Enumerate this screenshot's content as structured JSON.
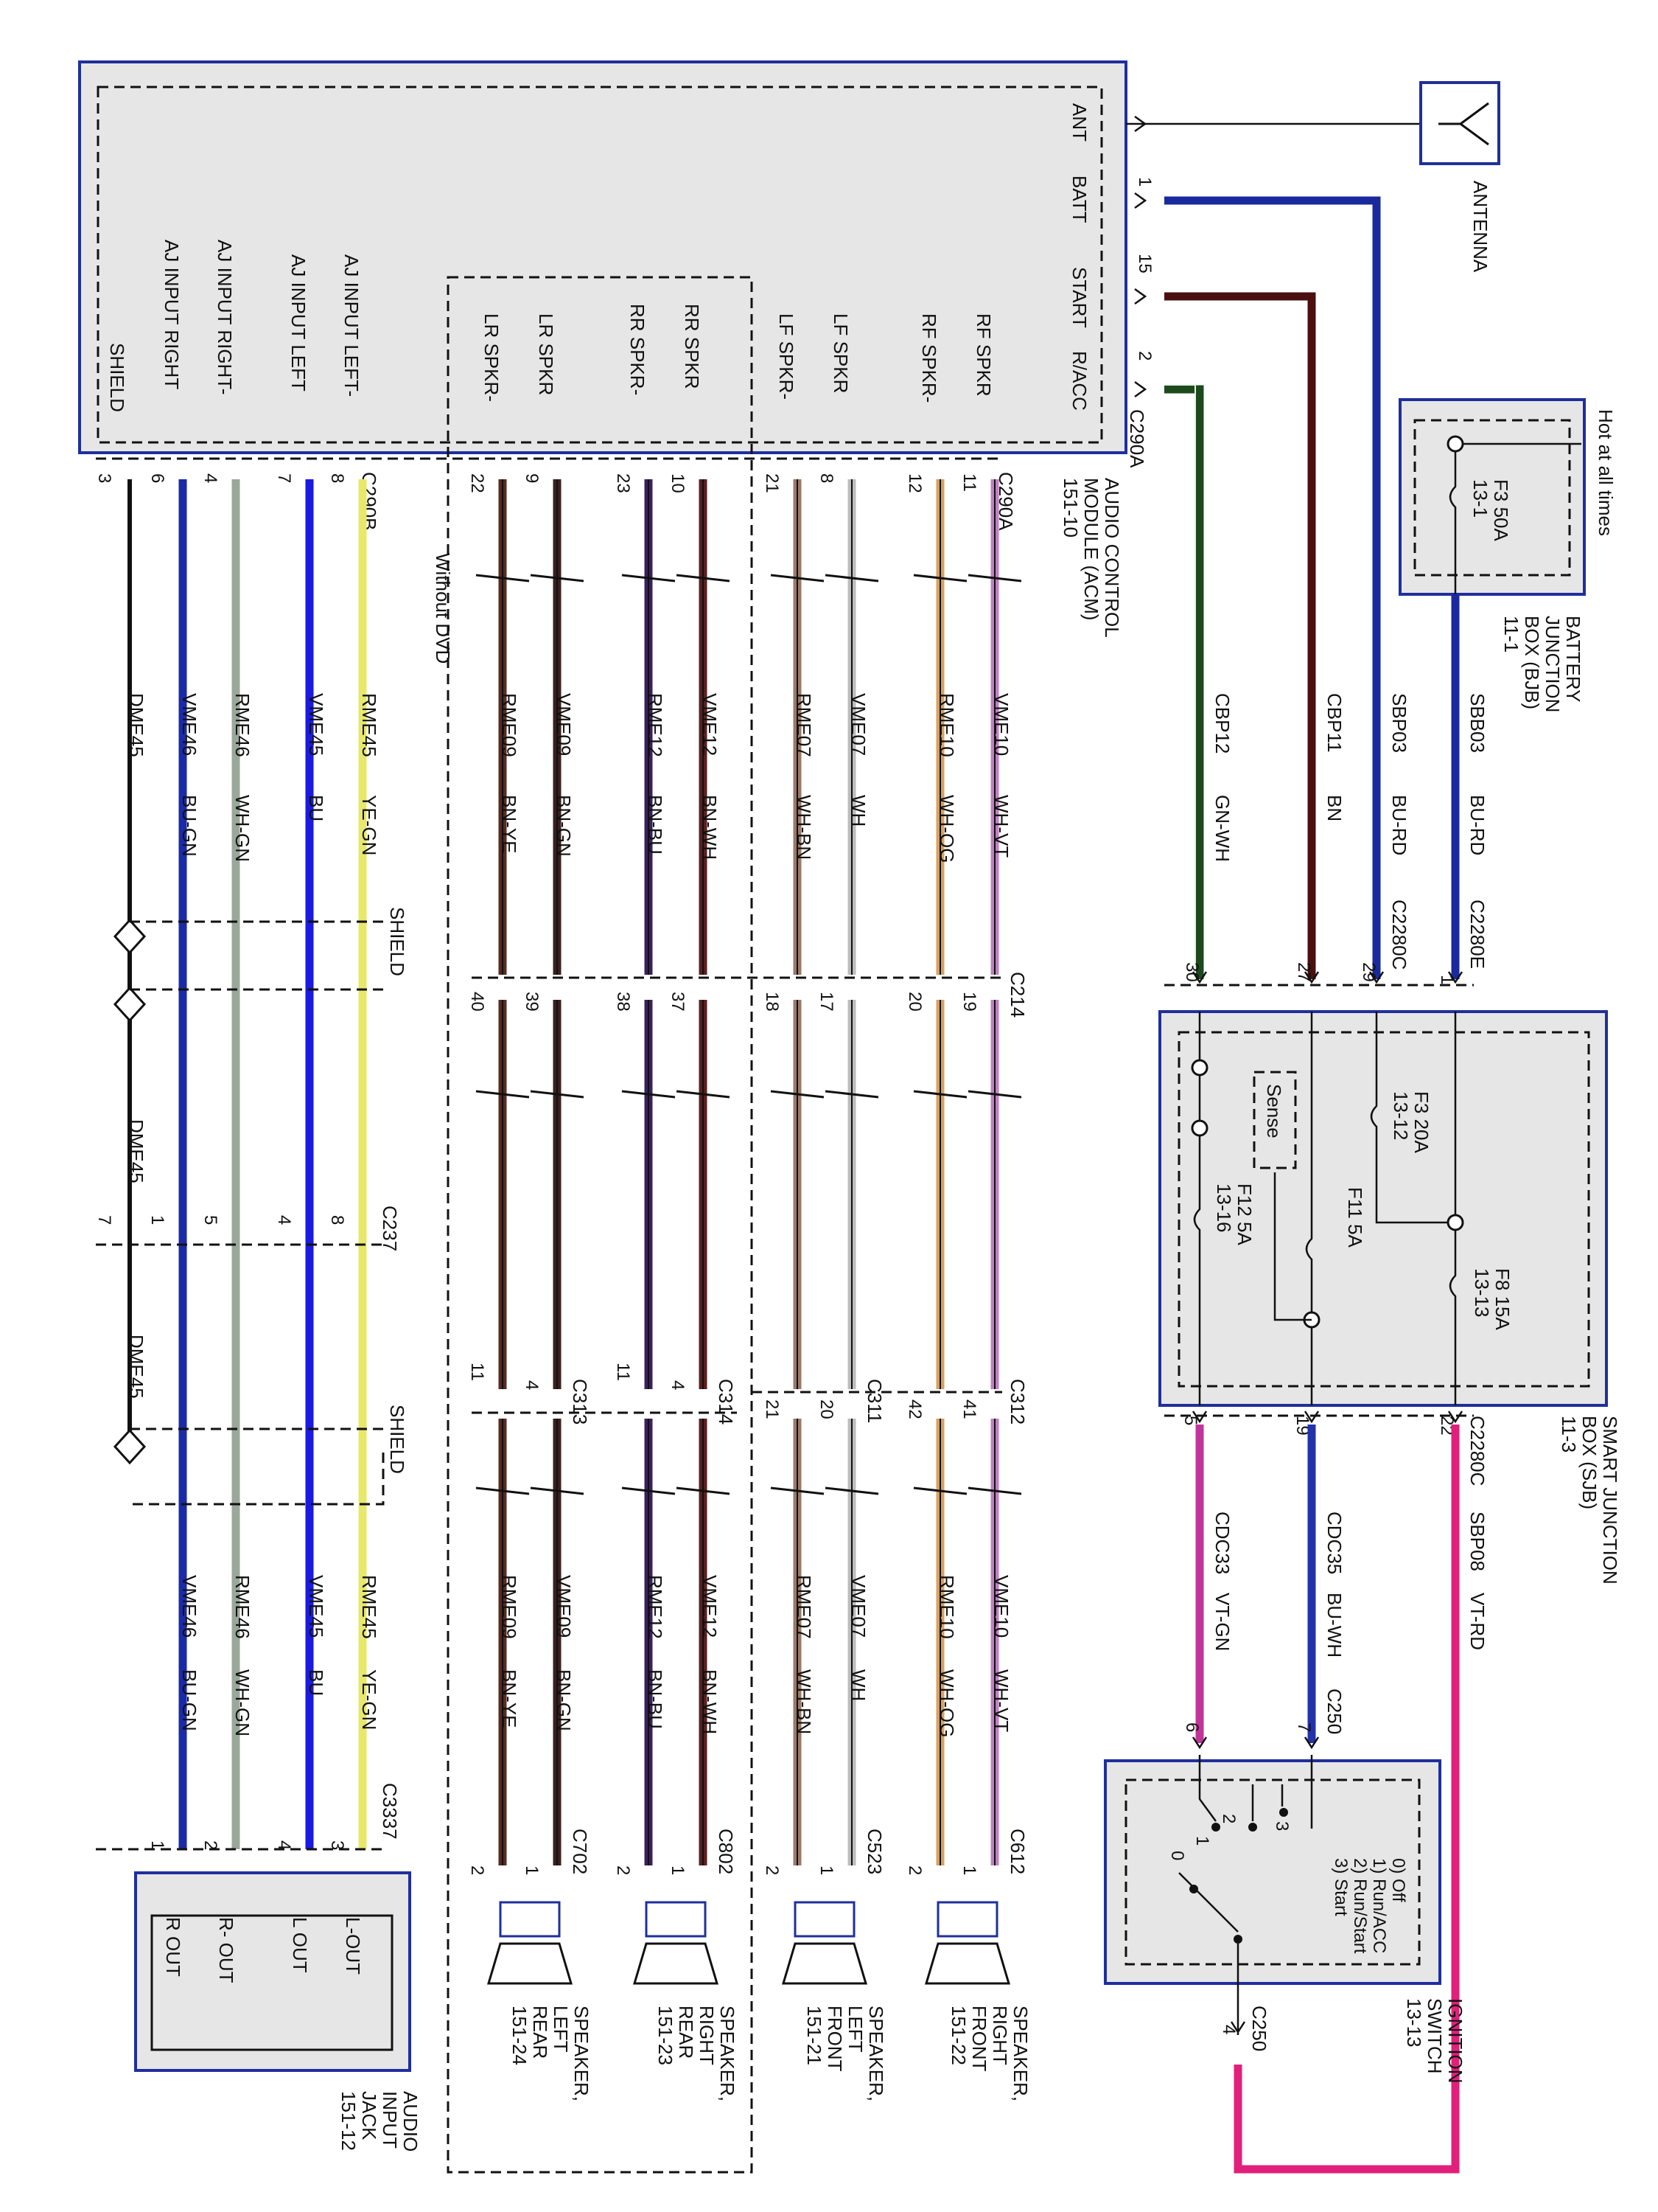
{
  "acm": {
    "inputs_top": [
      "ANT",
      "BATT",
      "START",
      "R/ACC"
    ],
    "pins_top": [
      "1",
      "15",
      "2"
    ],
    "connector_top": "C290A",
    "name_lines": [
      "AUDIO CONTROL",
      "MODULE (ACM)",
      "151-10"
    ],
    "connector_bottom": "C290A",
    "speaker_labels": [
      "RF SPKR",
      "RF SPKR-",
      "LF SPKR",
      "LF SPKR-",
      "RR SPKR",
      "RR SPKR-",
      "LR SPKR",
      "LR SPKR-"
    ],
    "aj_labels": [
      "AJ INPUT LEFT-",
      "AJ INPUT LEFT",
      "AJ INPUT RIGHT-",
      "AJ INPUT RIGHT",
      "SHIELD"
    ],
    "connector_aj": "C290B",
    "without_dvd": "Without DVD"
  },
  "antenna": {
    "label": "ANTENNA"
  },
  "bjb": {
    "hot": "Hot at all times",
    "fuse": [
      "F3  50A",
      "13-1"
    ],
    "name_lines": [
      "BATTERY",
      "JUNCTION",
      "BOX (BJB)",
      "11-1"
    ]
  },
  "sjb": {
    "top_connectors": [
      "C2280E",
      "C2280C"
    ],
    "top_pins": [
      "1",
      "29",
      "27",
      "30"
    ],
    "fuses": {
      "f3": [
        "F3  20A",
        "13-12"
      ],
      "f11": [
        "F11  5A"
      ],
      "f8": [
        "F8  15A",
        "13-13"
      ],
      "f12": [
        "F12  5A",
        "13-16"
      ]
    },
    "sense": "Sense",
    "bottom_connector": "C2280C",
    "bottom_pins": [
      "22",
      "19",
      "5"
    ],
    "name_lines": [
      "SMART JUNCTION",
      "BOX (SJB)",
      "11-3"
    ]
  },
  "upper_wires": [
    {
      "circuit": "SBB03",
      "color_code": "BU-RD",
      "hex": "#1a2a9e"
    },
    {
      "circuit": "SBP03",
      "color_code": "BU-RD",
      "hex": "#1a2a9e"
    },
    {
      "circuit": "CBP11",
      "color_code": "BN",
      "hex": "#4a1010"
    },
    {
      "circuit": "CBP12",
      "color_code": "GN-WH",
      "hex": "#1d4a1d"
    }
  ],
  "lower_wires": [
    {
      "circuit": "SBP08",
      "color_code": "VT-RD",
      "hex": "#e0207a"
    },
    {
      "circuit": "CDC35",
      "color_code": "BU-WH",
      "hex": "#2233aa"
    },
    {
      "circuit": "CDC33",
      "color_code": "VT-GN",
      "hex": "#c0359a"
    }
  ],
  "ignition": {
    "connector_top": "C250",
    "pins_top": [
      "7",
      "6"
    ],
    "positions": [
      "0) Off",
      "1) Run/ACC",
      "2) Run/Start",
      "3) Start"
    ],
    "contacts": [
      "0",
      "1",
      "2",
      "3"
    ],
    "connector_bottom": "C250",
    "pin_bottom": "4",
    "name_lines": [
      "IGNITION",
      "SWITCH",
      "13-13"
    ]
  },
  "speaker_wires": [
    {
      "circuit": "VME10",
      "color_code": "WH-VT",
      "acm_pin": "11",
      "c214": "19",
      "fl_pin": "41",
      "sp_pin": "1",
      "hex": "#c080c0"
    },
    {
      "circuit": "RME10",
      "color_code": "WH-OG",
      "acm_pin": "12",
      "c214": "20",
      "fl_pin": "42",
      "sp_pin": "2",
      "hex": "#d8a060"
    },
    {
      "circuit": "VME07",
      "color_code": "WH",
      "acm_pin": "8",
      "c214": "17",
      "fl_pin": "20",
      "sp_pin": "1",
      "hex": "#bdbdbd"
    },
    {
      "circuit": "RME07",
      "color_code": "WH-BN",
      "acm_pin": "21",
      "c214": "18",
      "fl_pin": "21",
      "sp_pin": "2",
      "hex": "#9a7a6a"
    },
    {
      "circuit": "VME12",
      "color_code": "BN-WH",
      "acm_pin": "10",
      "c214": "37",
      "fl_pin": "4",
      "sp_pin": "1",
      "hex": "#5a2020"
    },
    {
      "circuit": "RME12",
      "color_code": "BN-BU",
      "acm_pin": "23",
      "c214": "38",
      "fl_pin": "11",
      "sp_pin": "2",
      "hex": "#3a2060"
    },
    {
      "circuit": "VME09",
      "color_code": "BN-GN",
      "acm_pin": "9",
      "c214": "39",
      "fl_pin": "4",
      "sp_pin": "1",
      "hex": "#3a2020"
    },
    {
      "circuit": "RME09",
      "color_code": "BN-YE",
      "acm_pin": "22",
      "c214": "40",
      "fl_pin": "11",
      "sp_pin": "2",
      "hex": "#5a2a20"
    }
  ],
  "connectors": {
    "c214": "C214",
    "c312": "C312",
    "c311": "C311",
    "c314": "C314",
    "c313": "C313",
    "c612": "C612",
    "c523": "C523",
    "c802": "C802",
    "c702": "C702",
    "c237": "C237",
    "c3337": "C3337"
  },
  "speakers": [
    {
      "lines": [
        "SPEAKER,",
        "RIGHT",
        "FRONT",
        "151-22"
      ]
    },
    {
      "lines": [
        "SPEAKER,",
        "LEFT",
        "FRONT",
        "151-21"
      ]
    },
    {
      "lines": [
        "SPEAKER,",
        "RIGHT",
        "REAR",
        "151-23"
      ]
    },
    {
      "lines": [
        "SPEAKER,",
        "LEFT",
        "REAR",
        "151-24"
      ]
    }
  ],
  "aj_wires": [
    {
      "circuit": "RME45",
      "color_code": "YE-GN",
      "acm_pin": "8",
      "c237": "8",
      "jack_pin": "3",
      "hex": "#e8e86a"
    },
    {
      "circuit": "VME45",
      "color_code": "BU",
      "acm_pin": "7",
      "c237": "4",
      "jack_pin": "4",
      "hex": "#1a1ae0"
    },
    {
      "circuit": "RME46",
      "color_code": "WH-GN",
      "acm_pin": "4",
      "c237": "5",
      "jack_pin": "2",
      "hex": "#9aa89a"
    },
    {
      "circuit": "VME46",
      "color_code": "BU-GN",
      "acm_pin": "6",
      "c237": "1",
      "jack_pin": "1",
      "hex": "#1a2aa8"
    },
    {
      "circuit": "DME45",
      "color_code": "",
      "acm_pin": "3",
      "c237": "7",
      "jack_pin": "",
      "hex": "#111111"
    }
  ],
  "shield_labels": [
    "SHIELD",
    "SHIELD"
  ],
  "drain_labels": [
    "DME45",
    "DME45"
  ],
  "jack": {
    "outputs": [
      "L-OUT",
      "L OUT",
      "R- OUT",
      "R OUT"
    ],
    "name_lines": [
      "AUDIO",
      "INPUT",
      "JACK",
      "151-12"
    ]
  }
}
